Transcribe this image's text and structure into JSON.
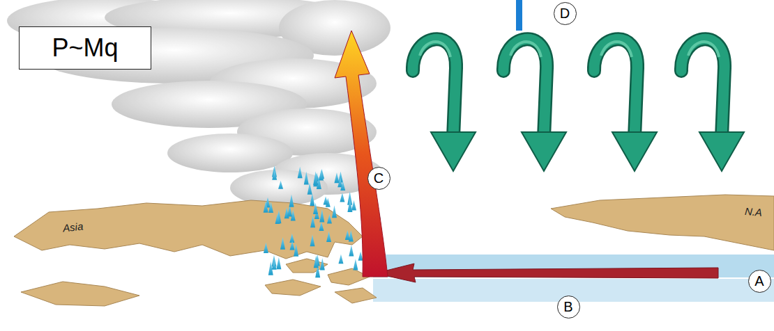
{
  "diagram": {
    "nodes": [
      {
        "text": [
          "D"
        ]
      },
      {
        "text": [
          "P~Mq"
        ]
      },
      {
        "text": [
          "C"
        ]
      },
      {
        "text": [
          "A"
        ]
      },
      {
        "text": [
          "B"
        ]
      }
    ],
    "edges": [],
    "labels": [
      "Asia",
      "N.A"
    ]
  }
}
